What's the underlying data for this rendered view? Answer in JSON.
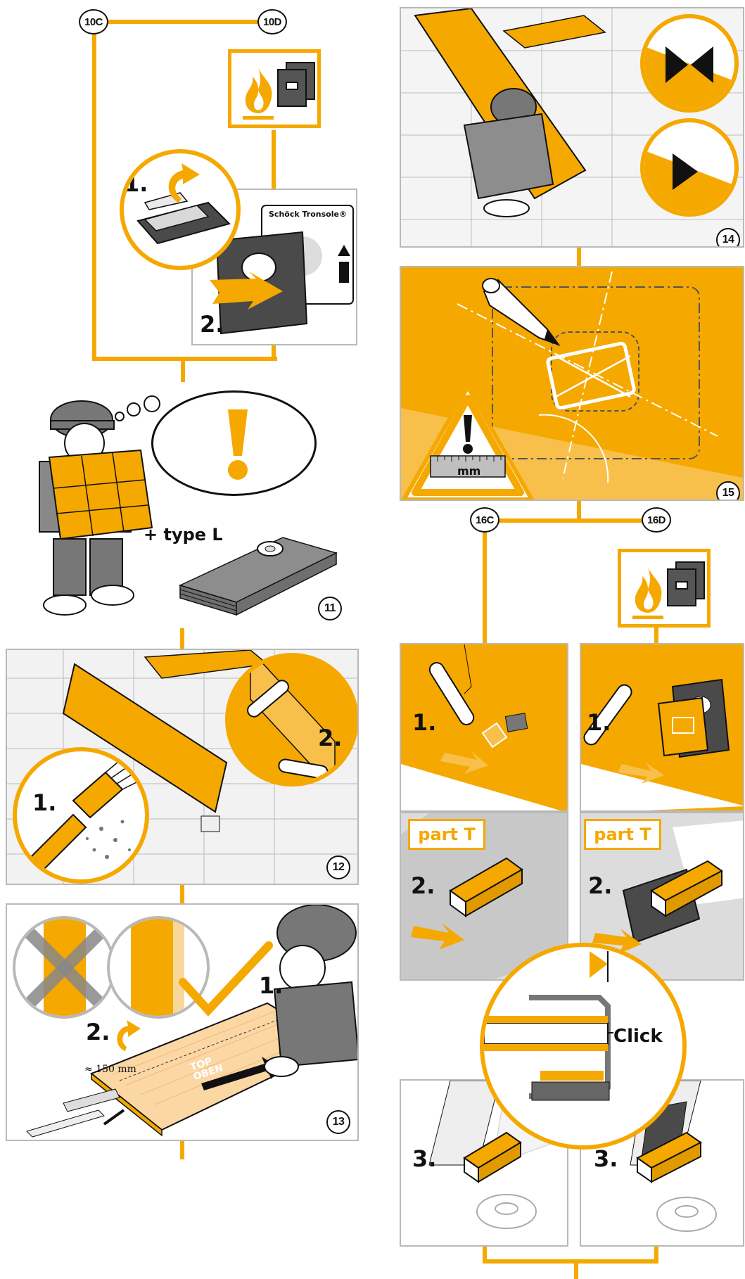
{
  "refs": {
    "r10c": "10C",
    "r10d": "10D",
    "r16c": "16C",
    "r16d": "16D"
  },
  "steps": {
    "n1": "1.",
    "n2": "2.",
    "n3": "3."
  },
  "panel_numbers": {
    "p11": "11",
    "p12": "12",
    "p13": "13",
    "p14": "14",
    "p15": "15"
  },
  "product_brand": "Schöck Tronsole®",
  "type_label": "+ type L",
  "top_label_1": "TOP",
  "top_label_2": "OBEN",
  "dimension_label": "≈ 150 mm",
  "warning_unit": "mm",
  "part_label": "part T",
  "click_label": "Click",
  "colors": {
    "accent": "#f5a800",
    "dark": "#4a4a4a",
    "line": "#111111"
  },
  "icons": [
    "flame-icon",
    "fire-protection-plate-icon",
    "warning-triangle-icon",
    "exclamation-icon",
    "check-icon",
    "cross-icon",
    "rotate-arrow-icon",
    "tape-roll-icon",
    "cutter-knife-icon",
    "brush-icon",
    "pencil-icon"
  ]
}
